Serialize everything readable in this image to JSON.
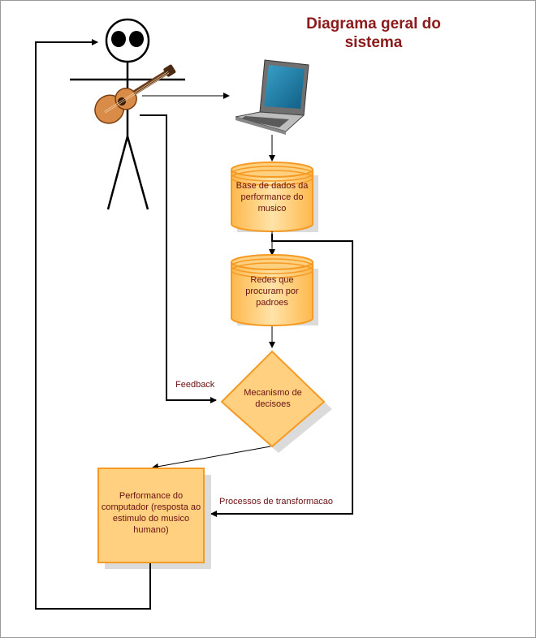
{
  "title": "Diagrama geral do sistema",
  "nodes": {
    "database": "Base de dados da performance do musico",
    "networks": "Redes que procuram por padroes",
    "decision": "Mecanismo de decisoes",
    "computer_performance": "Performance do computador (resposta ao estimulo do musico humano)"
  },
  "edges": {
    "feedback": "Feedback",
    "transform": "Processos de transformacao"
  },
  "icons": [
    "stick-figure-musician",
    "acoustic-guitar",
    "laptop"
  ],
  "colors": {
    "node_fill": "#ffd080",
    "node_stroke": "#f59a23",
    "title": "#8b1a1a",
    "label": "#6a1010"
  }
}
